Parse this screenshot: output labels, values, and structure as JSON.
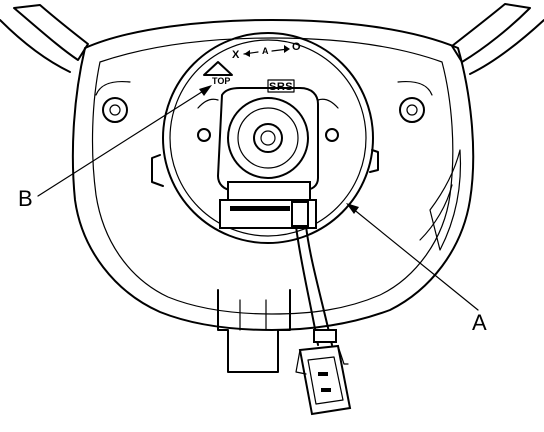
{
  "labels": {
    "callout_a": "A",
    "callout_b": "B",
    "srs": "SRS",
    "top": "TOP",
    "direction_marks": {
      "x": "X",
      "mid": "A",
      "o": "O"
    }
  },
  "colors": {
    "ink": "#000000",
    "paper": "#ffffff"
  }
}
